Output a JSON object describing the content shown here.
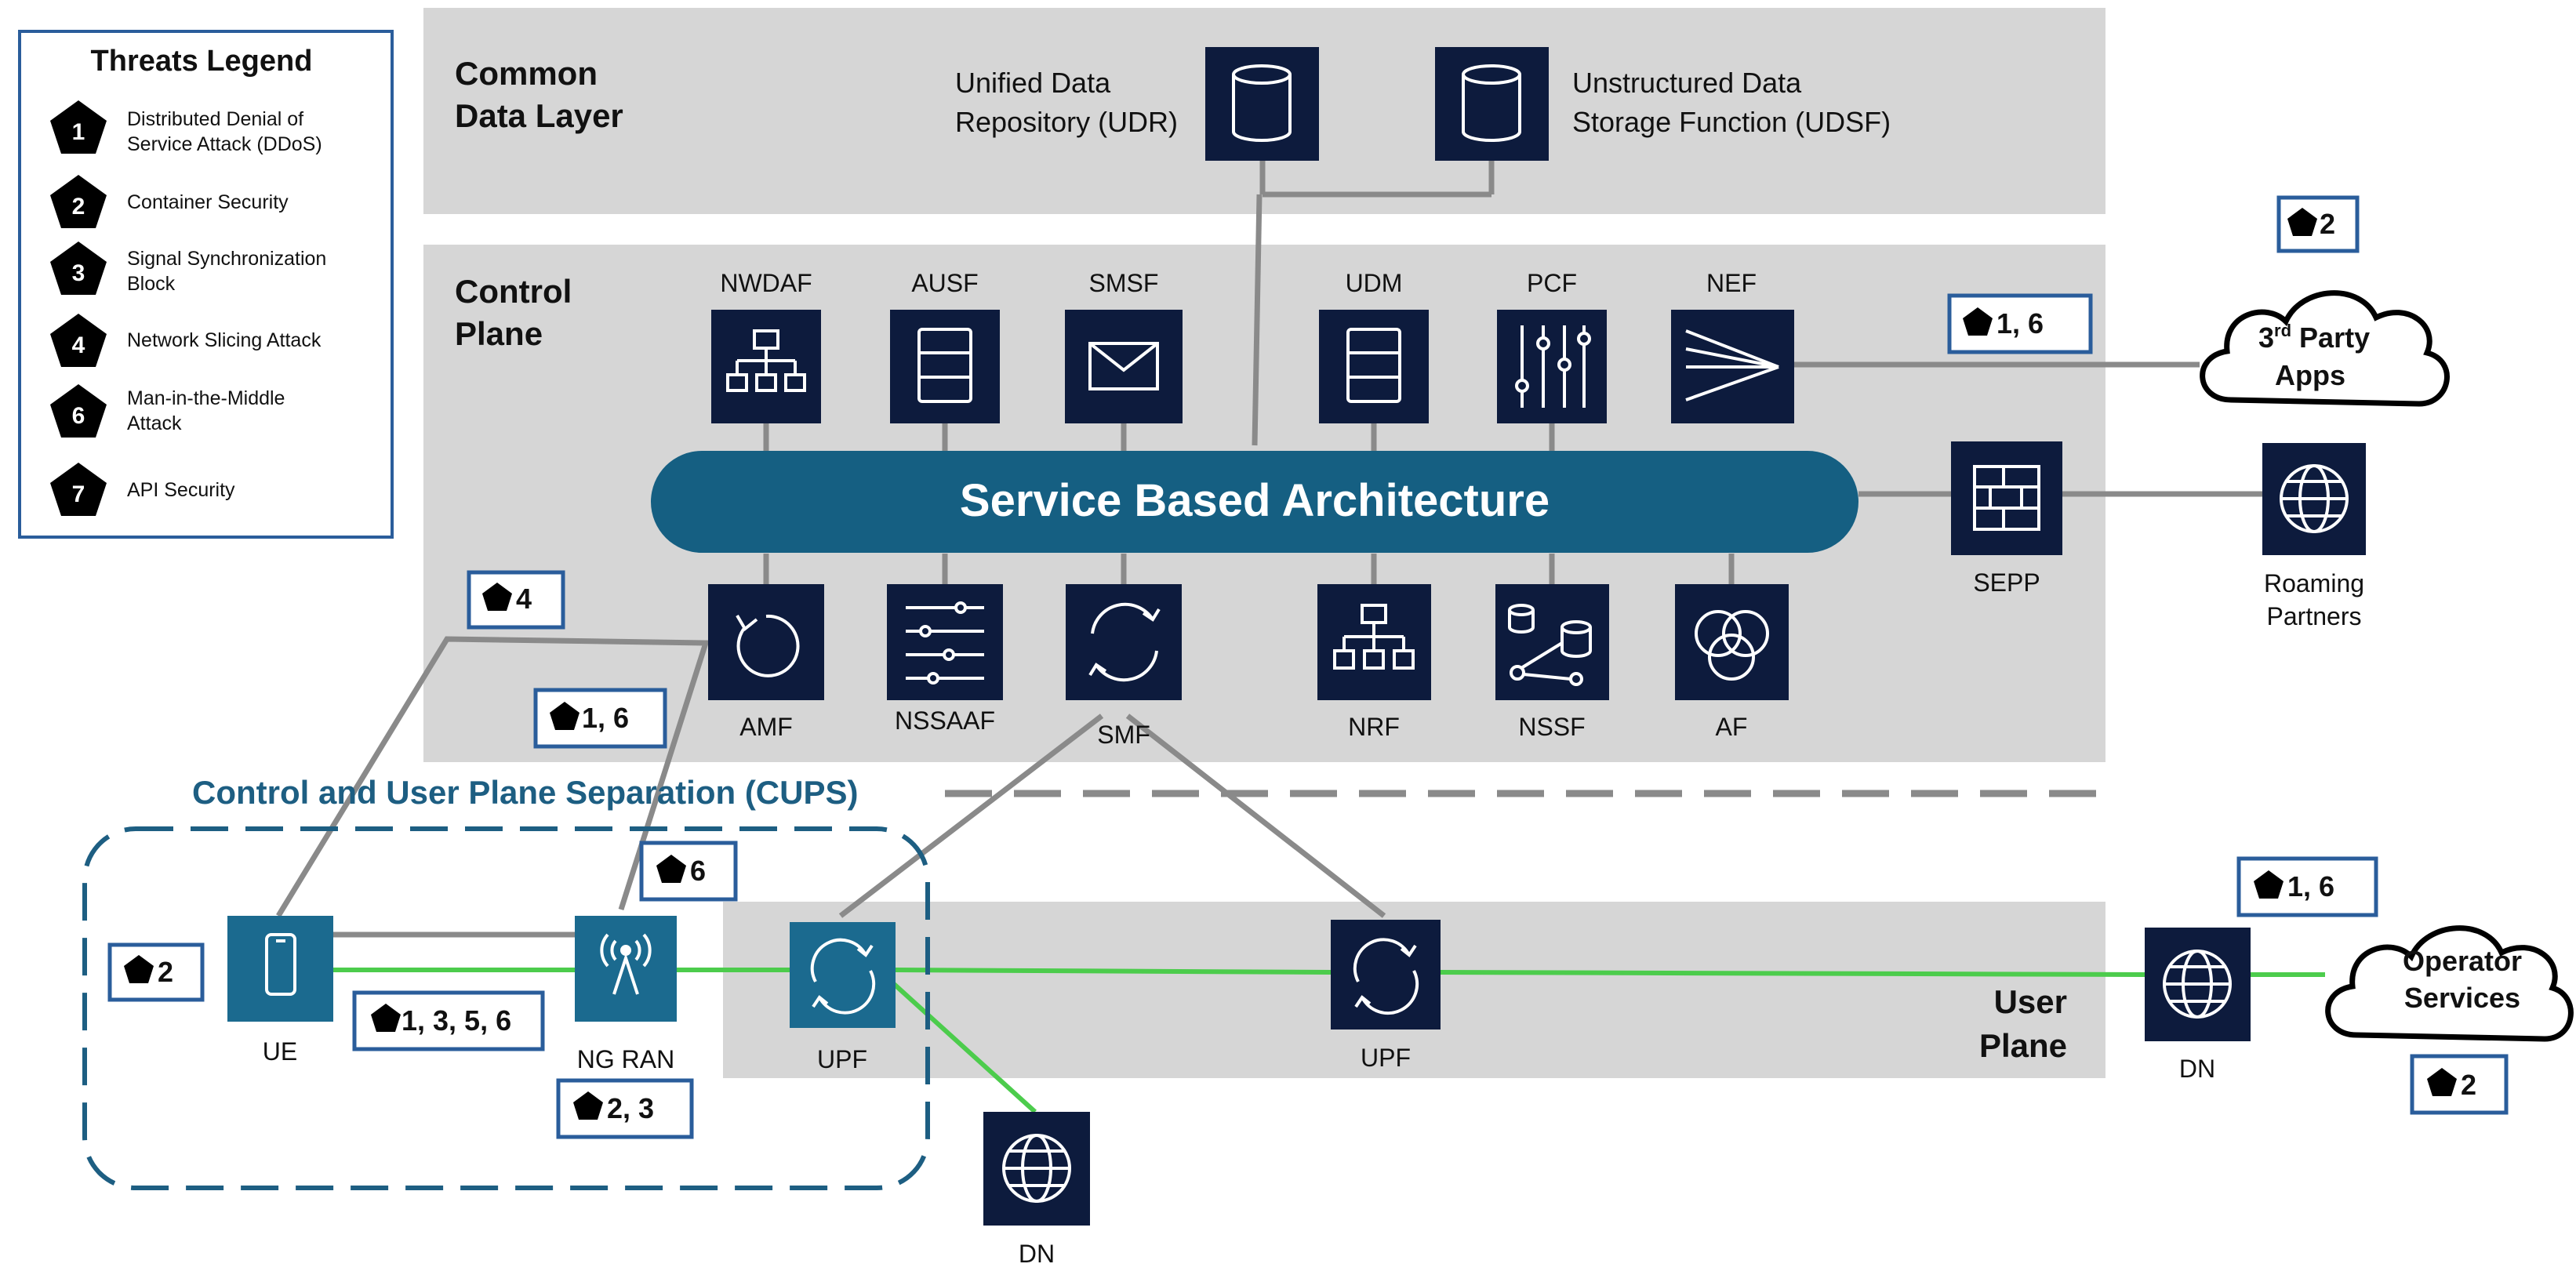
{
  "legend": {
    "title": "Threats Legend",
    "items": [
      {
        "num": "1",
        "line1": "Distributed Denial of",
        "line2": "Service Attack (DDoS)"
      },
      {
        "num": "2",
        "line1": "Container Security",
        "line2": ""
      },
      {
        "num": "3",
        "line1": "Signal Synchronization",
        "line2": "Block"
      },
      {
        "num": "4",
        "line1": "Network Slicing Attack",
        "line2": ""
      },
      {
        "num": "6",
        "line1": "Man-in-the-Middle",
        "line2": "Attack"
      },
      {
        "num": "7",
        "line1": "API Security",
        "line2": ""
      }
    ]
  },
  "layers": {
    "data_line1": "Common",
    "data_line2": "Data Layer",
    "control_line1": "Control",
    "control_line2": "Plane",
    "user_line1": "User",
    "user_line2": "Plane",
    "cups": "Control and User Plane Separation (CUPS)",
    "sba": "Service Based Architecture"
  },
  "data_functions": {
    "udr_line1": "Unified Data",
    "udr_line2": "Repository (UDR)",
    "udsf_line1": "Unstructured Data",
    "udsf_line2": "Storage Function (UDSF)"
  },
  "control_functions": {
    "nwdaf": "NWDAF",
    "ausf": "AUSF",
    "smsf": "SMSF",
    "udm": "UDM",
    "pcf": "PCF",
    "nef": "NEF",
    "amf": "AMF",
    "nssaaf": "NSSAAF",
    "smf": "SMF",
    "nrf": "NRF",
    "nssf": "NSSF",
    "af": "AF",
    "sepp": "SEPP"
  },
  "external": {
    "third_party_line1": "3",
    "third_party_sup": "rd",
    "third_party_line1b": " Party",
    "third_party_line2": "Apps",
    "roaming_line1": "Roaming",
    "roaming_line2": "Partners",
    "operator_line1": "Operator",
    "operator_line2": "Services"
  },
  "user_functions": {
    "ue": "UE",
    "ngran": "NG RAN",
    "upf_left": "UPF",
    "upf_right": "UPF",
    "dn_right": "DN",
    "dn_bottom": "DN"
  },
  "threat_tags": {
    "third_party_top": "2",
    "nef_link": "1, 6",
    "slicing": "4",
    "amf_link": "1, 6",
    "cups_mitm": "6",
    "ue_container": "2",
    "radio_link": "1, 3, 5, 6",
    "ngran": "2, 3",
    "dn_link": "1, 6",
    "operator": "2"
  },
  "colors": {
    "panel_gray": "#d6d6d6",
    "icon_navy": "#0d1b3d",
    "sba_blue": "#155f82",
    "ue_blue": "#1b6a8f",
    "cups_text": "#1d5e82",
    "tag_border": "#2a5d9b",
    "user_link_green": "#4ccc4c",
    "connector_gray": "#8a8a8a"
  }
}
